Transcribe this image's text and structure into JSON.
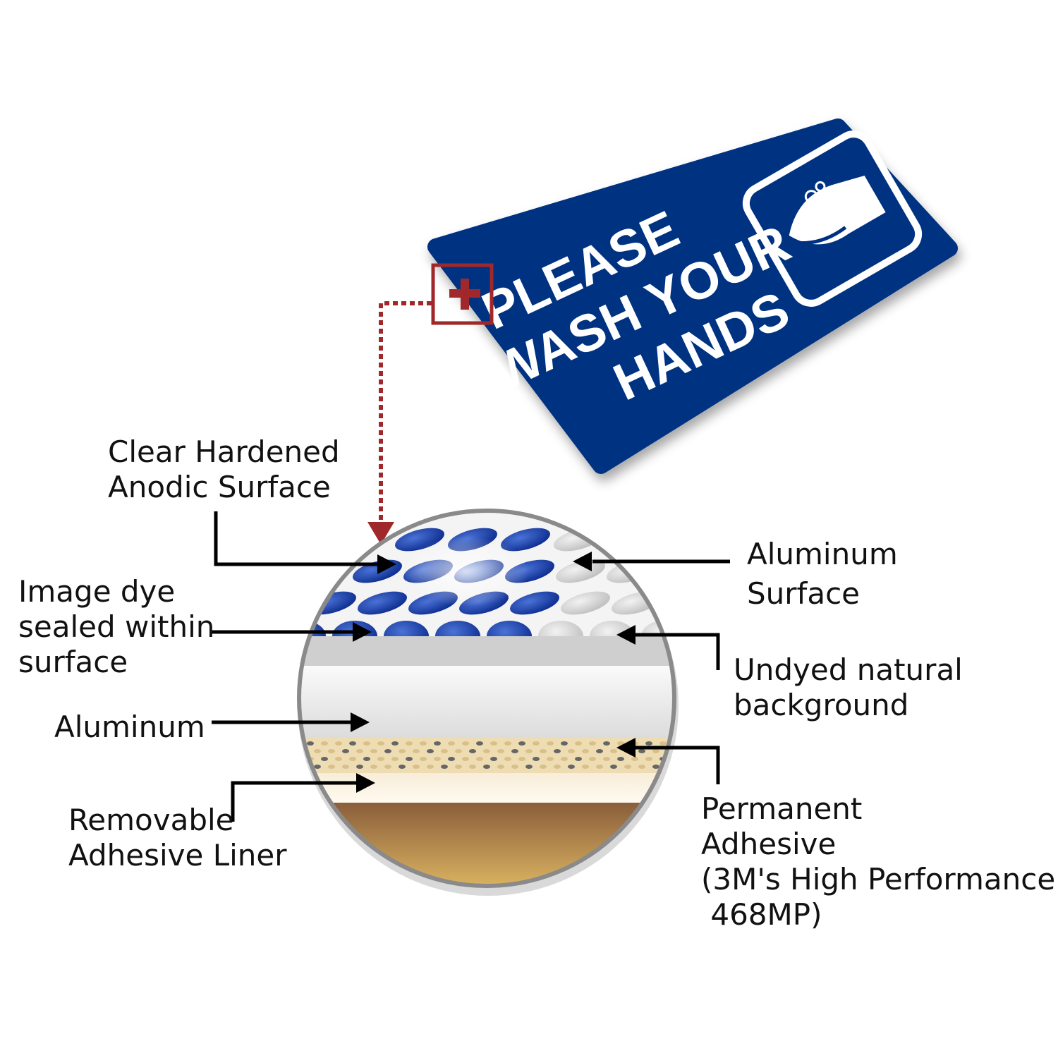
{
  "sign": {
    "line1": "PLEASE",
    "line2": "WASH YOUR",
    "line3": "HANDS",
    "icon": "hand-washing-icon",
    "color": "#003082"
  },
  "callout_color": "#a0282a",
  "labels": {
    "clear_hardened": "Clear Hardened\nAnodic Surface",
    "image_dye": "Image dye\nsealed within\nsurface",
    "aluminum": "Aluminum",
    "removable_liner": "Removable\nAdhesive Liner",
    "aluminum_surface": "Aluminum\nSurface",
    "undyed": "Undyed natural\nbackground",
    "permanent_adhesive": "Permanent\nAdhesive\n(3M's High Performance\n 468MP)"
  }
}
